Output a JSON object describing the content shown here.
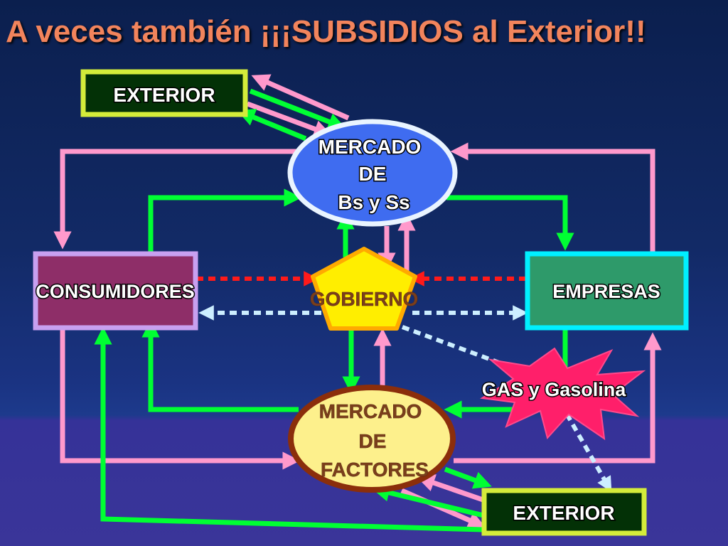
{
  "title": "A veces también ¡¡¡SUBSIDIOS al Exterior!!",
  "nodes": {
    "exterior_top": "EXTERIOR",
    "exterior_bottom": "EXTERIOR",
    "market_goods": [
      "MERCADO",
      "DE",
      "Bs y Ss"
    ],
    "market_factors": [
      "MERCADO",
      "DE",
      "FACTORES"
    ],
    "consumers": "CONSUMIDORES",
    "firms": "EMPRESAS",
    "government": "GOBIERNO",
    "gas_burst": "GAS y Gasolina"
  },
  "colors": {
    "real_flow": "#00ff33",
    "money_flow": "#ff99cc",
    "taxes": "#ff1a1a",
    "transfers": "#cceeff",
    "exterior_border": "#d4ec3a",
    "exterior_fill": "#033106",
    "market_goods_fill": "#3f6cf0",
    "market_factors_fill": "#fdf08c",
    "market_factors_border": "#8b2e0b",
    "consumers_fill": "#8e2e68",
    "consumers_border": "#c8a0f0",
    "firms_fill": "#2e9a6a",
    "firms_border": "#00f0ff",
    "government_fill": "#ffee00",
    "government_border": "#ffaa00",
    "burst_fill": "#ff1f6a"
  }
}
